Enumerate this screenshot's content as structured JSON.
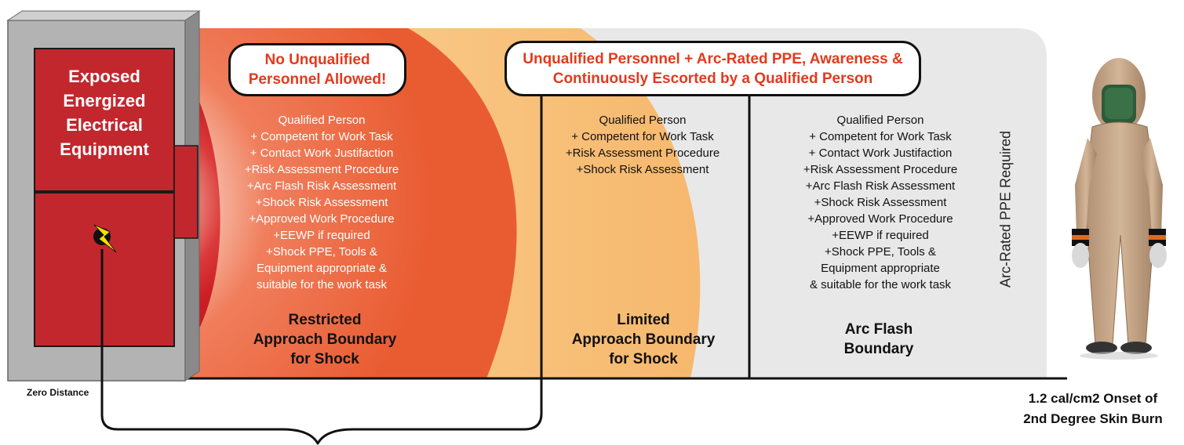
{
  "equipment": {
    "label_lines": [
      "Exposed",
      "Energized",
      "Electrical",
      "Equipment"
    ],
    "hazard_icon": "lightning-bolt-icon"
  },
  "callouts": {
    "no_unqualified": [
      "No Unqualified",
      "Personnel Allowed!"
    ],
    "unqualified_escort": [
      "Unqualified Personnel + Arc-Rated PPE, Awareness &",
      "Continuously Escorted by a Qualified Person"
    ]
  },
  "zones": {
    "restricted": {
      "requirements": [
        "Qualified Person",
        "+ Competent for Work Task",
        "+ Contact Work Justifaction",
        "+Risk Assessment Procedure",
        "+Arc Flash Risk Assessment",
        "+Shock Risk Assessment",
        "+Approved Work Procedure",
        "+EEWP if required",
        "+Shock PPE, Tools &",
        "Equipment appropriate &",
        "suitable for the work task"
      ],
      "name_lines": [
        "Restricted",
        "Approach Boundary",
        "for Shock"
      ]
    },
    "limited": {
      "requirements": [
        "Qualified Person",
        "+ Competent for Work Task",
        "+Risk Assessment Procedure",
        "+Shock Risk Assessment"
      ],
      "name_lines": [
        "Limited",
        "Approach Boundary",
        "for Shock"
      ]
    },
    "arc_flash": {
      "requirements": [
        "Qualified Person",
        "+ Competent for Work Task",
        "+ Contact Work Justifaction",
        "+Risk Assessment Procedure",
        "+Arc Flash Risk Assessment",
        "+Shock Risk Assessment",
        "+Approved Work Procedure",
        "+EEWP if required",
        "+Shock PPE, Tools &",
        "Equipment appropriate",
        "& suitable for the work task"
      ],
      "name_lines": [
        "Arc Flash",
        "Boundary"
      ]
    }
  },
  "arc_rated_label": "Arc-Rated PPE Required",
  "zero_distance_label": "Zero Distance",
  "skin_burn_label": [
    "1.2 cal/cm2 Onset of",
    "2nd Degree Skin Burn"
  ],
  "colors": {
    "arc_zone": "#e8e8e8",
    "limited_zone": "#f9c07a",
    "restricted_zone": "#ee6f43",
    "restricted_core": "#cf1f26",
    "equipment_red": "#c1272d",
    "cabinet_gray": "#a9a9a9",
    "callout_text": "#e23a1d",
    "suit_tan": "#c8a98a"
  }
}
